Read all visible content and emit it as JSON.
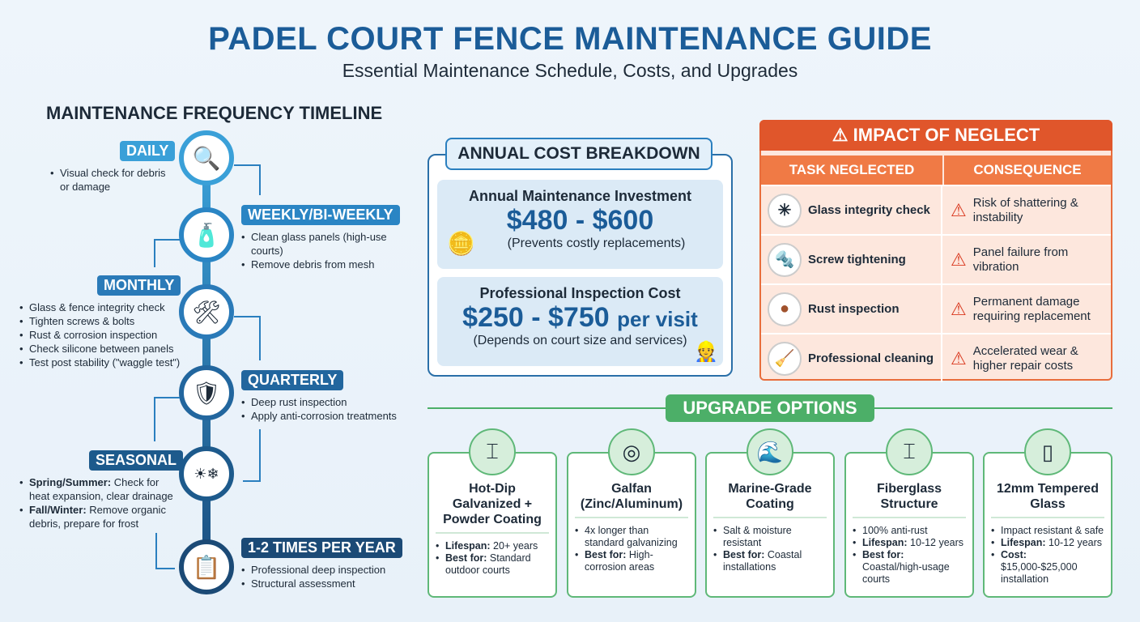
{
  "header": {
    "title": "PADEL COURT FENCE MAINTENANCE GUIDE",
    "subtitle": "Essential Maintenance Schedule, Costs, and Upgrades"
  },
  "timeline": {
    "heading": "MAINTENANCE FREQUENCY TIMELINE",
    "stages": [
      {
        "label": "DAILY",
        "icon": "magnifier-icon",
        "color": "#3aa0d8",
        "items": [
          "Visual check for debris or damage"
        ]
      },
      {
        "label": "WEEKLY/BI-WEEKLY",
        "icon": "spray-bottle-icon",
        "color": "#2a85c4",
        "items": [
          "Clean glass panels (high-use courts)",
          "Remove debris from mesh"
        ]
      },
      {
        "label": "MONTHLY",
        "icon": "tools-icon",
        "color": "#2a7ab8",
        "items": [
          "Glass & fence integrity check",
          "Tighten screws & bolts",
          "Rust & corrosion inspection",
          "Check silicone between panels",
          "Test post stability (\"waggle test\")"
        ]
      },
      {
        "label": "QUARTERLY",
        "icon": "shield-icon",
        "color": "#22669e",
        "items": [
          "Deep rust inspection",
          "Apply anti-corrosion treatments"
        ]
      },
      {
        "label": "SEASONAL",
        "icon": "sun-snowflake-icon",
        "color": "#1d5a8c",
        "items": [
          {
            "b": "Spring/Summer:",
            "t": " Check for heat expansion, clear drainage"
          },
          {
            "b": "Fall/Winter:",
            "t": " Remove organic debris, prepare for frost"
          }
        ]
      },
      {
        "label": "1-2 TIMES PER YEAR",
        "icon": "clipboard-icon",
        "color": "#1b4a76",
        "items": [
          "Professional deep inspection",
          "Structural assessment"
        ]
      }
    ]
  },
  "cost": {
    "heading": "ANNUAL COST BREAKDOWN",
    "annual": {
      "title": "Annual Maintenance Investment",
      "value": "$480 - $600",
      "note": "(Prevents costly replacements)"
    },
    "inspection": {
      "title": "Professional Inspection Cost",
      "value": "$250 - $750",
      "unit": "per visit",
      "note": "(Depends on court size and services)"
    }
  },
  "neglect": {
    "heading": "IMPACT OF NEGLECT",
    "col1": "TASK NEGLECTED",
    "col2": "CONSEQUENCE",
    "rows": [
      {
        "task": "Glass integrity check",
        "consequence": "Risk of shattering & instability",
        "icon": "cracked-glass-icon"
      },
      {
        "task": "Screw tightening",
        "consequence": "Panel failure from vibration",
        "icon": "screw-icon"
      },
      {
        "task": "Rust inspection",
        "consequence": "Permanent damage requiring replacement",
        "icon": "rust-icon"
      },
      {
        "task": "Professional cleaning",
        "consequence": "Accelerated wear & higher repair costs",
        "icon": "brush-icon"
      }
    ]
  },
  "upgrades": {
    "heading": "UPGRADE OPTIONS",
    "cards": [
      {
        "title": "Hot-Dip Galvanized + Powder Coating",
        "icon": "steel-beam-icon",
        "items": [
          {
            "b": "Lifespan:",
            "t": " 20+ years"
          },
          {
            "b": "Best for:",
            "t": " Standard outdoor courts"
          }
        ]
      },
      {
        "title": "Galfan (Zinc/Aluminum)",
        "icon": "coil-icon",
        "items": [
          {
            "b": "",
            "t": "4x longer than standard galvanizing"
          },
          {
            "b": "Best for:",
            "t": " High-corrosion areas"
          }
        ]
      },
      {
        "title": "Marine-Grade Coating",
        "icon": "wave-icon",
        "items": [
          {
            "b": "",
            "t": "Salt & moisture resistant"
          },
          {
            "b": "Best for:",
            "t": " Coastal installations"
          }
        ]
      },
      {
        "title": "Fiberglass Structure",
        "icon": "fiberglass-beam-icon",
        "items": [
          {
            "b": "",
            "t": "100% anti-rust"
          },
          {
            "b": "Lifespan:",
            "t": " 10-12 years"
          },
          {
            "b": "Best for:",
            "t": " Coastal/high-usage courts"
          }
        ]
      },
      {
        "title": "12mm Tempered Glass",
        "icon": "glass-panel-icon",
        "items": [
          {
            "b": "",
            "t": "Impact resistant & safe"
          },
          {
            "b": "Lifespan:",
            "t": " 10-12 years"
          },
          {
            "b": "Cost:",
            "t": " $15,000-$25,000 installation"
          }
        ]
      }
    ]
  }
}
